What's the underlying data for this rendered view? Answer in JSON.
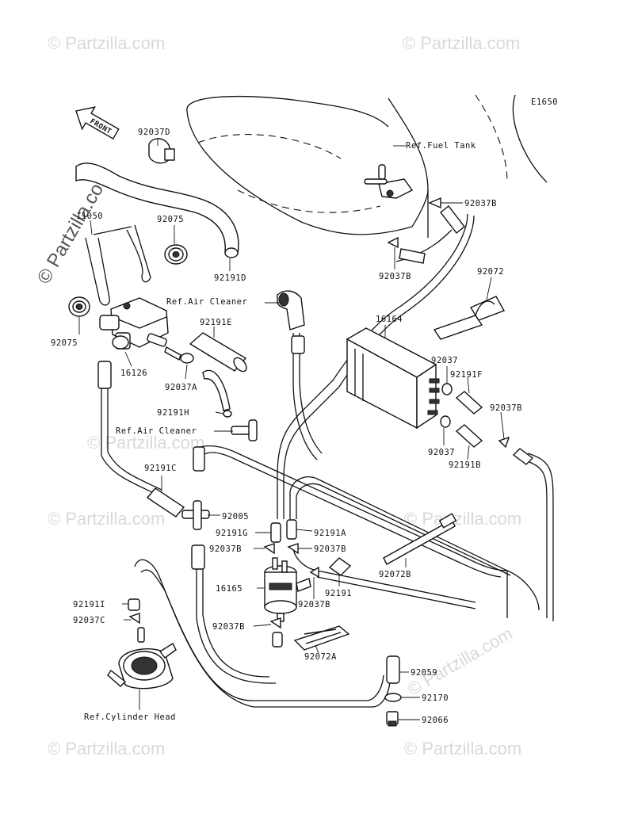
{
  "diagram_code": "E1650",
  "front_arrow": "FRONT",
  "watermark": "© Partzilla.com",
  "references": {
    "fuel_tank": "Ref.Fuel Tank",
    "air_cleaner_top": "Ref.Air Cleaner",
    "air_cleaner_mid": "Ref.Air Cleaner",
    "cylinder_head": "Ref.Cylinder Head"
  },
  "parts": {
    "p92037D": "92037D",
    "p11050": "11050",
    "p92075_top": "92075",
    "p92191D": "92191D",
    "p92075_bottom": "92075",
    "p16126": "16126",
    "p92191E": "92191E",
    "p92037A": "92037A",
    "p92191H": "92191H",
    "p92037B_tank": "92037B",
    "p92037B_upper": "92037B",
    "p92072": "92072",
    "p16164": "16164",
    "p92037_upper": "92037",
    "p92191F": "92191F",
    "p92037B_right": "92037B",
    "p92037_lower": "92037",
    "p92191B": "92191B",
    "p92191C": "92191C",
    "p92005": "92005",
    "p92191G": "92191G",
    "p92191A": "92191A",
    "p92037B_left": "92037B",
    "p92037B_mid": "92037B",
    "p92072B": "92072B",
    "p16165": "16165",
    "p92191": "92191",
    "p92037B_low": "92037B",
    "p92191I": "92191I",
    "p92037C": "92037C",
    "p92037B_bottom": "92037B",
    "p92072A": "92072A",
    "p92059": "92059",
    "p92170": "92170",
    "p92066": "92066"
  }
}
